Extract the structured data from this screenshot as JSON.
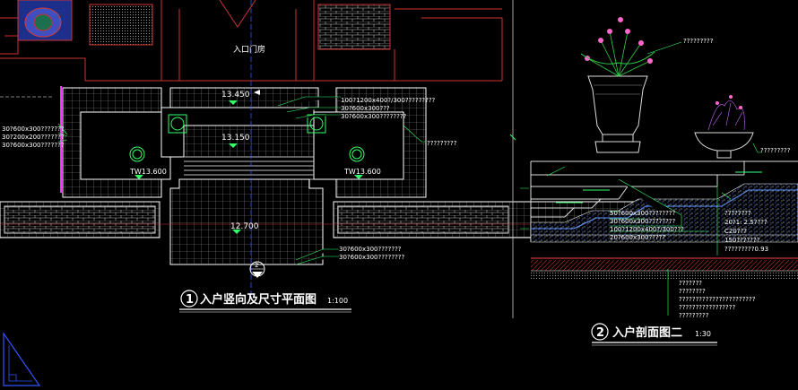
{
  "plan": {
    "entrance_label": "入口门房",
    "elevations": [
      "13.450",
      "13.150",
      "12.700"
    ],
    "tw_left": "TW13.600",
    "tw_right": "TW13.600",
    "section_mark": "2",
    "left_notes": [
      "30?600x300???????",
      "30?200x200???????",
      "30?600x300???????"
    ],
    "top_notes": [
      "100?1200x400?/300?????????",
      "30?600x300???",
      "30?600x300????????"
    ],
    "right_note": "?????????",
    "bottom_notes": [
      "30?600x300???????",
      "30?600x300????????"
    ],
    "title_num": "1",
    "title": "入户竖向及尺寸平面图",
    "scale": "1:100"
  },
  "section": {
    "pot_note": "?????????",
    "bowl_note": "?????????",
    "right_notes": [
      "????????",
      "20?1: 2.5????",
      "C20???",
      "150???????",
      "?????????0.93"
    ],
    "mid_notes": [
      "50?600x300????????",
      "30?600x300????????",
      "100?1200x400?/300???",
      "20?600x300?????"
    ],
    "bottom_notes": [
      "???????",
      "????????",
      "???????????????????????",
      "?????????????????",
      "?????????"
    ],
    "title_num": "2",
    "title": "入户剖面图二",
    "scale": "1:30"
  }
}
